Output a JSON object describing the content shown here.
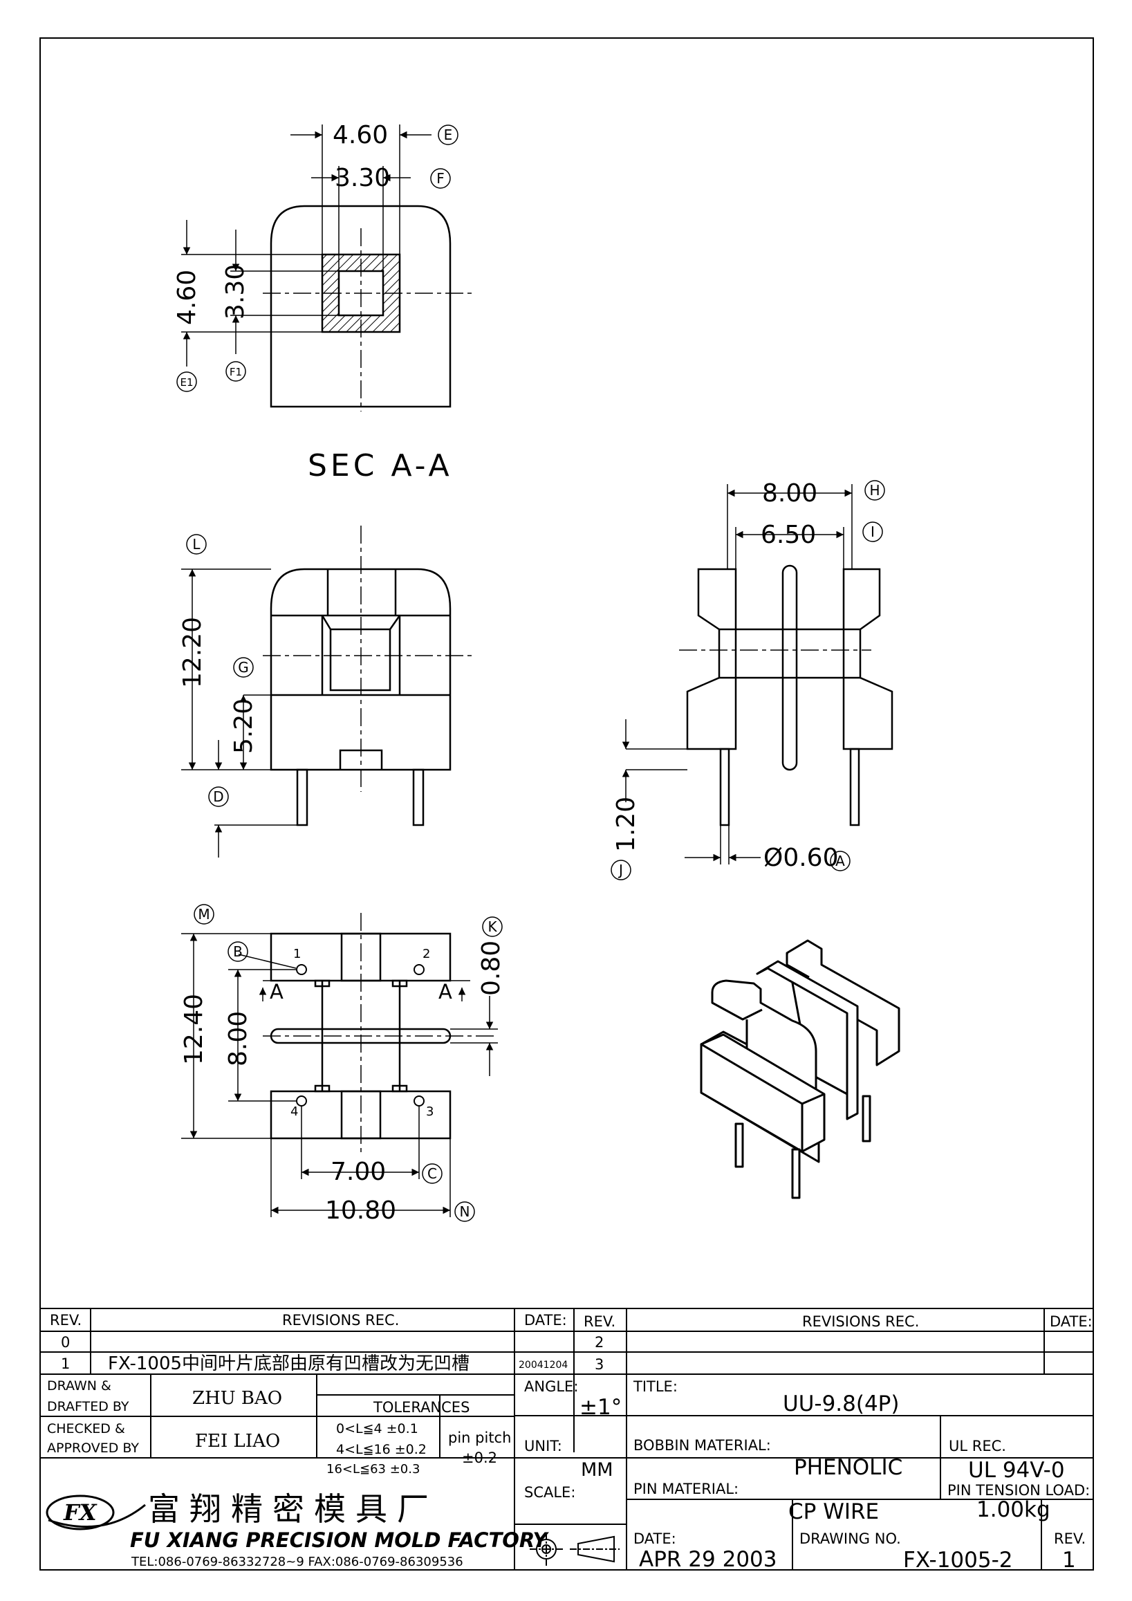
{
  "views": {
    "section": {
      "title": "SEC A-A",
      "dims": {
        "e": "4.60",
        "f": "3.30",
        "e1": "4.60",
        "f1": "3.30"
      },
      "refs": {
        "e": "E",
        "f": "F",
        "e1": "E1",
        "f1": "F1"
      }
    },
    "front": {
      "dims": {
        "l": "12.20",
        "g": "5.20"
      },
      "refs": {
        "l": "L",
        "g": "G",
        "d": "D"
      }
    },
    "side": {
      "dims": {
        "h": "8.00",
        "i": "6.50",
        "j": "1.20",
        "a": "Ø0.60"
      },
      "refs": {
        "h": "H",
        "i": "I",
        "j": "J",
        "a": "A"
      }
    },
    "bottom": {
      "dims": {
        "m": "12.40",
        "b": "8.00",
        "k": "0.80",
        "c": "7.00",
        "n": "10.80"
      },
      "refs": {
        "m": "M",
        "b": "B",
        "k": "K",
        "c": "C",
        "n": "N"
      },
      "pins": [
        "1",
        "2",
        "3",
        "4"
      ],
      "section_marks": [
        "A",
        "A"
      ]
    }
  },
  "revisions": {
    "headers": {
      "rev": "REV.",
      "rec": "REVISIONS  REC.",
      "date": "DATE:"
    },
    "left": [
      {
        "rev": "0",
        "text": "",
        "date": ""
      },
      {
        "rev": "1",
        "text": "FX-1005中间叶片底部由原有凹槽改为无凹槽",
        "date": "20041204"
      }
    ],
    "right": [
      {
        "rev": "2",
        "text": "",
        "date": ""
      },
      {
        "rev": "3",
        "text": "",
        "date": ""
      }
    ]
  },
  "title_block": {
    "drawn_label": [
      "DRAWN &",
      "DRAFTED BY"
    ],
    "drawn_by": "ZHU  BAO",
    "checked_label": [
      "CHECKED &",
      "APPROVED BY"
    ],
    "checked_by": "FEI LIAO",
    "tolerances": {
      "label": "TOLERANCES",
      "rows": [
        "0<L≦4   ±0.1",
        "4<L≦16  ±0.2",
        "16<L≦63  ±0.3"
      ],
      "pin_pitch_label": "pin pitch",
      "pin_pitch_value": "±0.2"
    },
    "angle_label": "ANGLE:",
    "angle_value": "±1°",
    "unit_label": "UNIT:",
    "unit_value": "MM",
    "scale_label": "SCALE:",
    "title_label": "TITLE:",
    "title_value": "UU-9.8(4P)",
    "bobbin_label": "BOBBIN MATERIAL:",
    "bobbin_value": "PHENOLIC",
    "ul_label": "UL REC.",
    "ul_value": "UL 94V-0",
    "pin_material_label": "PIN MATERIAL:",
    "pin_material_value": "CP WIRE",
    "pin_tension_label": "PIN TENSION LOAD:",
    "pin_tension_value": "1.00kg",
    "date_label": "DATE:",
    "date_value": "APR 29 2003",
    "drawing_no_label": "DRAWING NO.",
    "drawing_no_value": "FX-1005-2",
    "rev_label": "REV.",
    "rev_value": "1",
    "company_cn": "富翔精密模具厂",
    "company_en": "FU XIANG PRECISION MOLD FACTORY",
    "contact": "TEL:086-0769-86332728~9  FAX:086-0769-86309536",
    "logo_text": "FX"
  }
}
